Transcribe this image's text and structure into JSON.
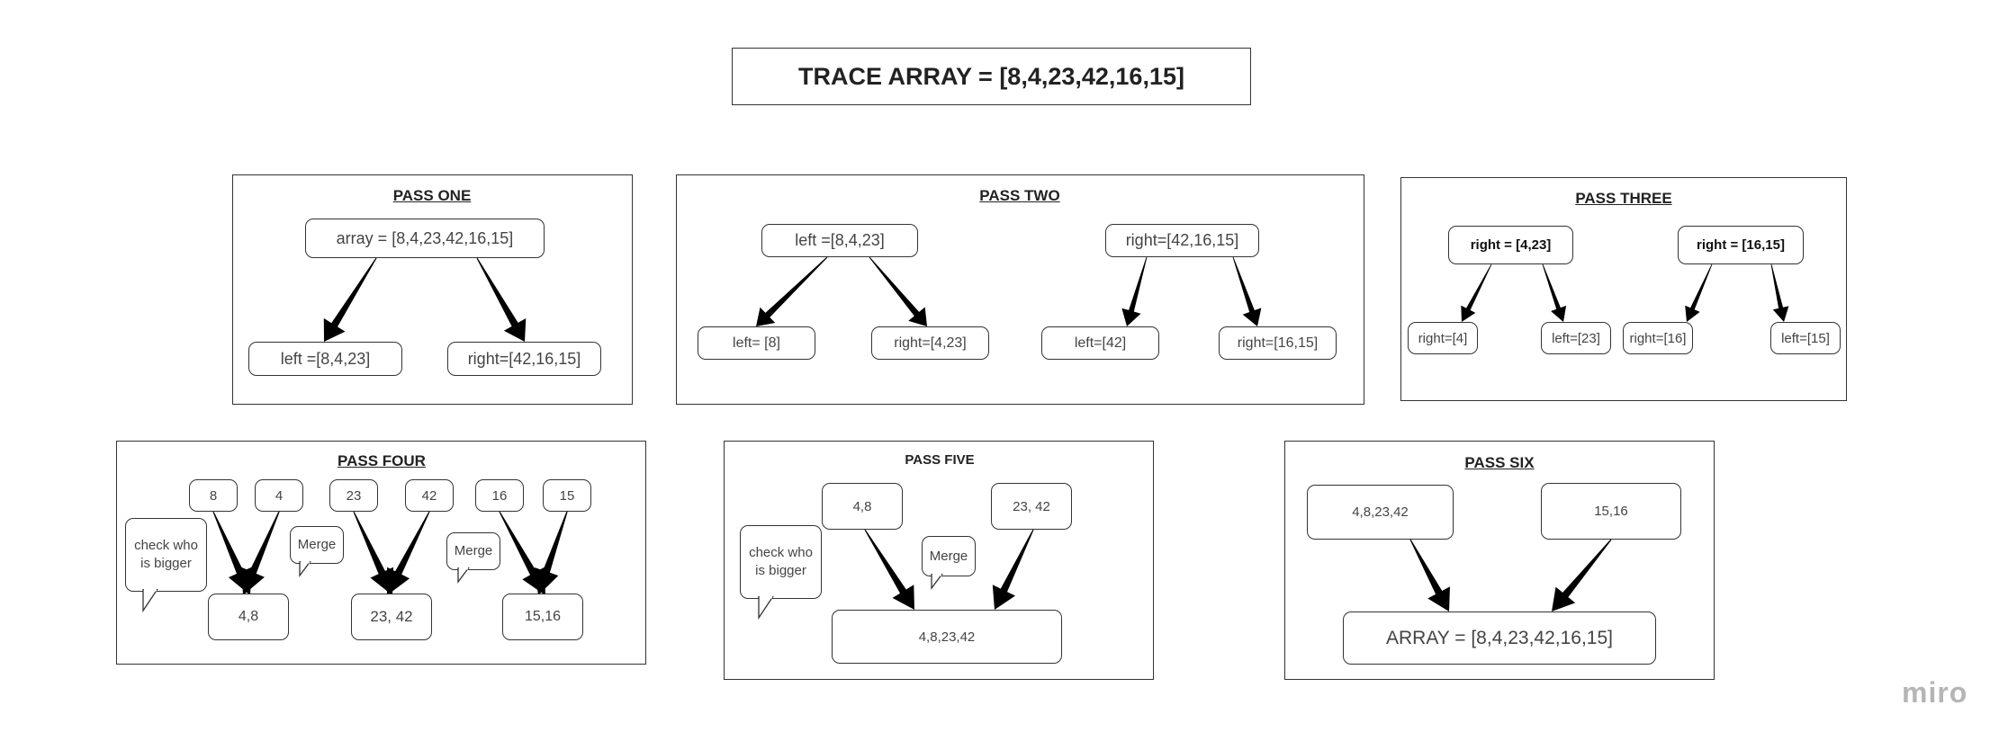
{
  "title": "TRACE ARRAY = [8,4,23,42,16,15]",
  "watermark": "miro",
  "pass1": {
    "title": "PASS ONE",
    "root": "array = [8,4,23,42,16,15]",
    "left": "left =[8,4,23]",
    "right": "right=[42,16,15]"
  },
  "pass2": {
    "title": "PASS TWO",
    "left": "left =[8,4,23]",
    "right": "right=[42,16,15]",
    "ll": "left= [8]",
    "lr": "right=[4,23]",
    "rl": "left=[42]",
    "rr": "right=[16,15]"
  },
  "pass3": {
    "title": "PASS THREE",
    "a": "right = [4,23]",
    "b": "right = [16,15]",
    "al": "right=[4]",
    "ar": "left=[23]",
    "bl": "right=[16]",
    "br": "left=[15]"
  },
  "pass4": {
    "title": "PASS FOUR",
    "leaves": [
      "8",
      "4",
      "23",
      "42",
      "16",
      "15"
    ],
    "results": [
      "4,8",
      "23, 42",
      "15,16"
    ],
    "note": "check who is bigger",
    "merge1": "Merge",
    "merge2": "Merge"
  },
  "pass5": {
    "title": "PASS FIVE",
    "a": "4,8",
    "b": "23, 42",
    "result": "4,8,23,42",
    "note": "check who is bigger",
    "merge": "Merge"
  },
  "pass6": {
    "title": "PASS SIX",
    "a": "4,8,23,42",
    "b": "15,16",
    "result": "ARRAY = [8,4,23,42,16,15]"
  }
}
